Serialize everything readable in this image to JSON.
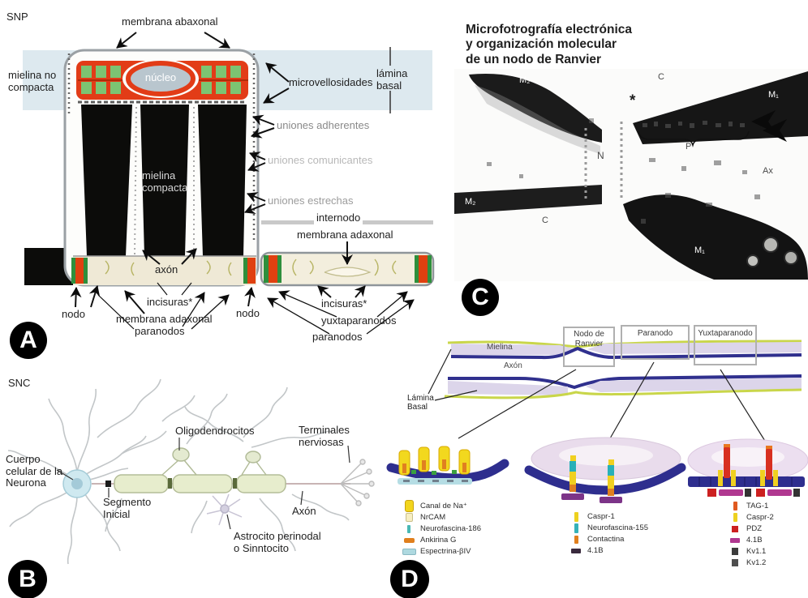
{
  "panel_a": {
    "badge": "A",
    "region": "SNP",
    "labels": {
      "membrana_abaxonal": "membrana abaxonal",
      "nucleo": "núcleo",
      "mielina_no_compacta": "mielina no\ncompacta",
      "microvellosidades": "microvellosidades",
      "lamina_basal": "lámina\nbasal",
      "uniones_adherentes": "uniones adherentes",
      "uniones_comunicantes": "uniones comunicantes",
      "uniones_estrechas": "uniones estrechas",
      "mielina_compacta": "mielina\ncompacta",
      "internodo": "internodo",
      "membrana_adaxonal_right": "membrana adaxonal",
      "membrana_adaxonal_left": "membrana adaxonal",
      "axon": "axón",
      "incisuras_left": "incisuras*",
      "incisuras_right": "incisuras*",
      "nodo_left": "nodo",
      "nodo_right": "nodo",
      "paranodos_left": "paranodos",
      "paranodos_right": "paranodos",
      "yuxtaparanodos": "yuxtaparanodos"
    }
  },
  "panel_b": {
    "badge": "B",
    "region": "SNC",
    "labels": {
      "cuerpo_celular": "Cuerpo\ncelular de la\nNeurona",
      "oligodendrocitos": "Oligodendrocitos",
      "terminales_nerviosas": "Terminales\nnerviosas",
      "segmento_inicial": "Segmento\nInicial",
      "axon": "Axón",
      "astrocito": "Astrocito perinodal\no Sinntocito"
    }
  },
  "panel_c": {
    "badge": "C",
    "title": "Microfotrografía electrónica\ny organización molecular\nde un nodo de Ranvier",
    "labels": {
      "m2_top": "M₂",
      "c_top": "C",
      "asterisk": "*",
      "m1_top": "M₁",
      "n": "N",
      "p": "P",
      "ax": "Ax",
      "m2_bottom": "M₂",
      "c_bottom": "C",
      "m1_bottom": "M₁"
    }
  },
  "panel_d": {
    "badge": "D",
    "boxes": {
      "nodo": "Nodo de\nRanvier",
      "paranodo": "Paranodo",
      "yuxtaparanodo": "Yuxtaparanodo"
    },
    "diagram_labels": {
      "mielina": "Mielina",
      "axon": "Axón",
      "lamina_basal": "Lámina\nBasal"
    },
    "legend_node": {
      "items": [
        {
          "label": "Canal de Na⁺",
          "color": "#f2d51d"
        },
        {
          "label": "NrCAM",
          "color": "#f7eec2"
        },
        {
          "label": "Neurofascina-186",
          "color": "#49b8b4"
        },
        {
          "label": "Ankirina G",
          "color": "#e07f1d"
        },
        {
          "label": "Espectrina-βIV",
          "color": "#aed9e0"
        }
      ]
    },
    "legend_paranode": {
      "items": [
        {
          "label": "Caspr-1",
          "color": "#edd11f"
        },
        {
          "label": "Neurofascina-155",
          "color": "#35b2b8"
        },
        {
          "label": "Contactina",
          "color": "#e07f1d"
        },
        {
          "label": "4.1B",
          "color": "#3a2a3e"
        }
      ]
    },
    "legend_juxtaparanode": {
      "items": [
        {
          "label": "TAG-1",
          "color": "#e05a20"
        },
        {
          "label": "Caspr-2",
          "color": "#edd11f"
        },
        {
          "label": "PDZ",
          "color": "#cc2020"
        },
        {
          "label": "4.1B",
          "color": "#b03890"
        },
        {
          "label": "Kv1.1",
          "color": "#3c3c3c"
        },
        {
          "label": "Kv1.2",
          "color": "#4e4e4e"
        }
      ]
    }
  },
  "colors": {
    "myelin_black": "#0c0c0a",
    "noncompact_red": "#e23c17",
    "node_green": "#2e8f3c",
    "node_orange": "#e04010",
    "lamina_band_blue": "#dde9ef",
    "axon_membrane_navy": "#2e2e8e",
    "myelin_lavender": "#dcd5ea",
    "basal_lamina_yellowgreen": "#c9d64a",
    "snc_myelin_green": "#e7edcd",
    "neuron_body_blue": "#cfe9f0"
  }
}
